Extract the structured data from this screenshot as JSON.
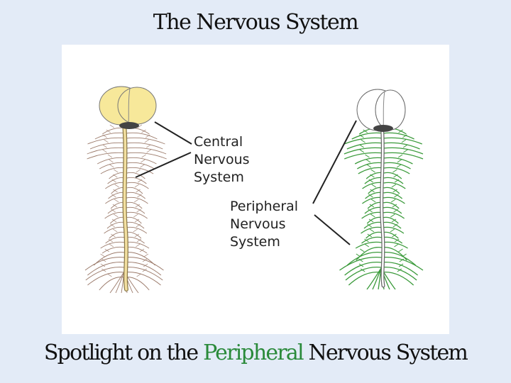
{
  "slide": {
    "title": "The Nervous System",
    "subtitle_before": "Spotlight on the",
    "subtitle_highlight": "Peripheral",
    "subtitle_after": "Nervous System"
  },
  "diagram": {
    "labels": {
      "cns": [
        "Central",
        "Nervous",
        "System"
      ],
      "pns": [
        "Peripheral",
        "Nervous",
        "System"
      ]
    },
    "colors": {
      "cns_brain": "#f7e89a",
      "cns_cord": "#f0dc9a",
      "left_nerves": "#9b7a6a",
      "pns_nerves": "#3a9a3a",
      "outline": "#555555",
      "highlight_text": "#2a8a3a"
    }
  }
}
